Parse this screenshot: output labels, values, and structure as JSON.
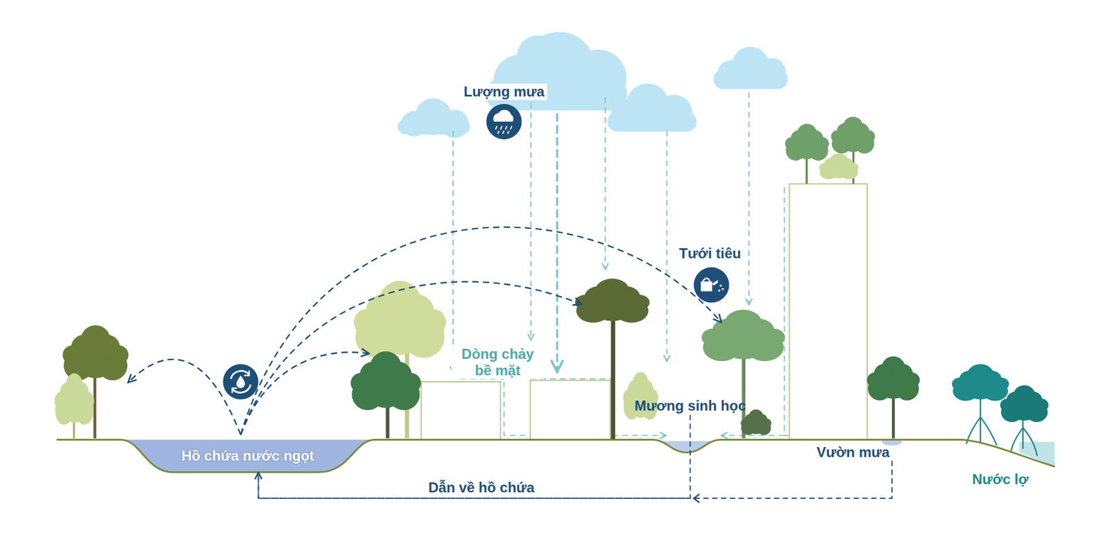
{
  "diagram": {
    "nodes": [
      {
        "text": [
          "Hồ chứa nước ngọt"
        ]
      },
      {
        "text": [
          "Mương sinh học"
        ]
      },
      {
        "text": [
          "Vườn mưa"
        ]
      }
    ],
    "edges": [
      {
        "from": 2,
        "to": 0,
        "arrow": "to",
        "label": "Dẫn về hồ chứa"
      },
      {
        "from": 1,
        "to": 0,
        "arrow": "to"
      }
    ],
    "labels": [
      "Lượng mưa",
      "Tưới tiêu",
      "Dòng chảy bề mặt",
      "Nước lợ"
    ]
  }
}
